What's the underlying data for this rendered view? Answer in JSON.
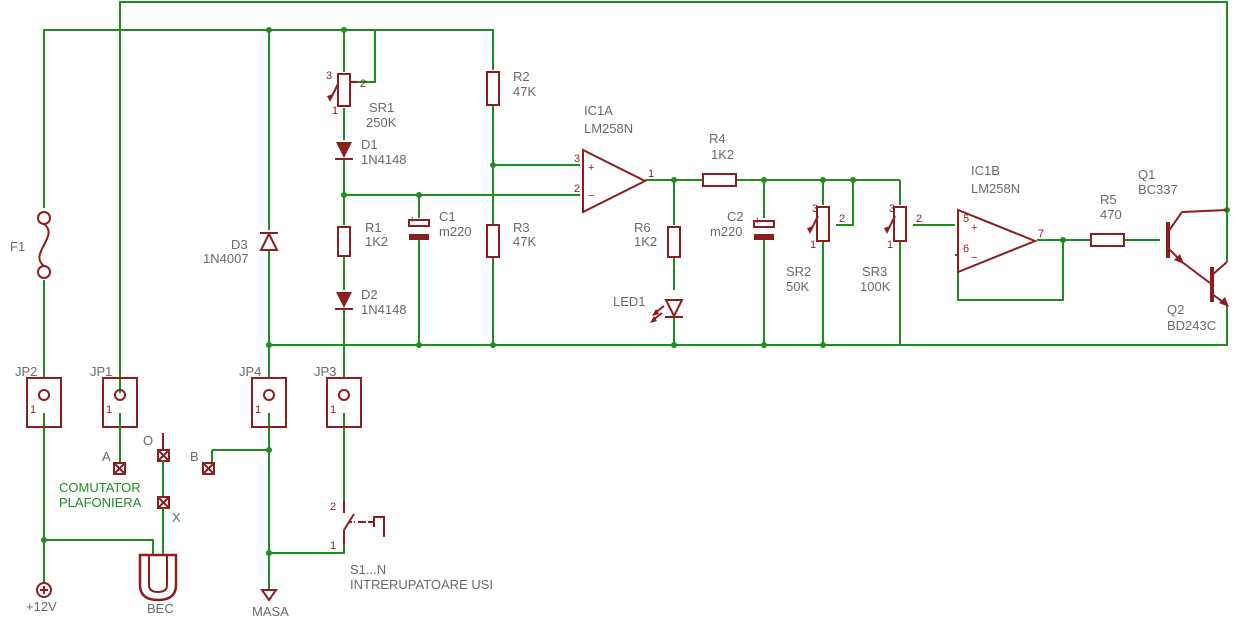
{
  "labels": {
    "f1": "F1",
    "d3_name": "D3",
    "d3_val": "1N4007",
    "sr1_name": "SR1",
    "sr1_val": "250K",
    "d1_name": "D1",
    "d1_val": "1N4148",
    "r1_name": "R1",
    "r1_val": "1K2",
    "d2_name": "D2",
    "d2_val": "1N4148",
    "c1_name": "C1",
    "c1_val": "m220",
    "r2_name": "R2",
    "r2_val": "47K",
    "r3_name": "R3",
    "r3_val": "47K",
    "ic1a_name": "IC1A",
    "ic1a_val": "LM258N",
    "r4_name": "R4",
    "r4_val": "1K2",
    "r6_name": "R6",
    "r6_val": "1K2",
    "led1": "LED1",
    "c2_name": "C2",
    "c2_val": "m220",
    "sr2_name": "SR2",
    "sr2_val": "50K",
    "sr3_name": "SR3",
    "sr3_val": "100K",
    "ic1b_name": "IC1B",
    "ic1b_val": "LM258N",
    "r5_name": "R5",
    "r5_val": "470",
    "q1_name": "Q1",
    "q1_val": "BC337",
    "q2_name": "Q2",
    "q2_val": "BD243C",
    "jp1": "JP1",
    "jp2": "JP2",
    "jp3": "JP3",
    "jp4": "JP4",
    "a": "A",
    "b": "B",
    "o": "O",
    "x": "X",
    "comutator_line1": "COMUTATOR",
    "comutator_line2": "PLAFONIERA",
    "bec": "BEC",
    "plus12": "+12V",
    "masa": "MASA",
    "s1_name": "S1...N",
    "s1_desc": "INTRERUPATOARE USI"
  },
  "pins": {
    "one": "1",
    "two": "2",
    "three": "3",
    "five": "5",
    "six": "6",
    "seven": "7",
    "plus": "+",
    "minus": "−"
  },
  "colors": {
    "wire": "#1f8c1f",
    "component": "#8b1e1e",
    "text": "#6a6a6a"
  }
}
